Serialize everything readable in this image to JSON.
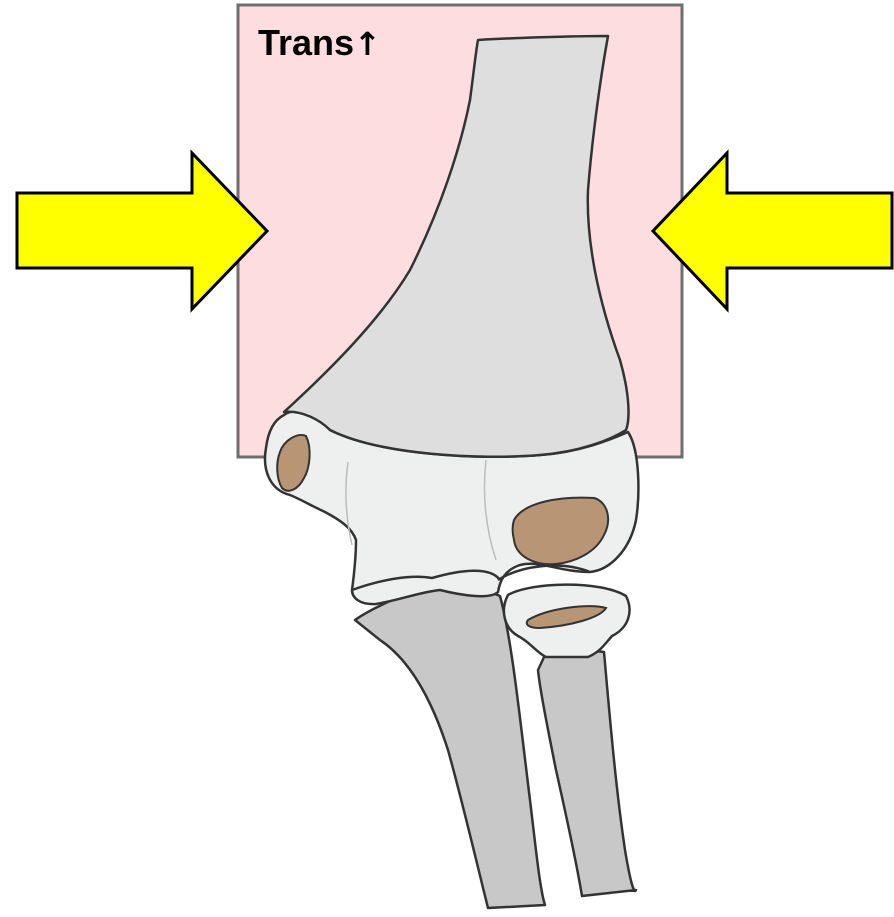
{
  "annotation": {
    "text": "Trans",
    "arrow_glyph": "↑"
  },
  "colors": {
    "highlight_box_fill": "#fddde0",
    "highlight_box_stroke": "#6e6e6e",
    "arrow_fill": "#ffff00",
    "bone_shaft": "#dedede",
    "cartilage": "#eef0ef",
    "forearm_bone": "#c8c8c8",
    "ossification_center": "#b89575",
    "outline": "#333333"
  },
  "icons": {
    "left_arrow": "right-pointing-compression-arrow",
    "right_arrow": "left-pointing-compression-arrow"
  }
}
